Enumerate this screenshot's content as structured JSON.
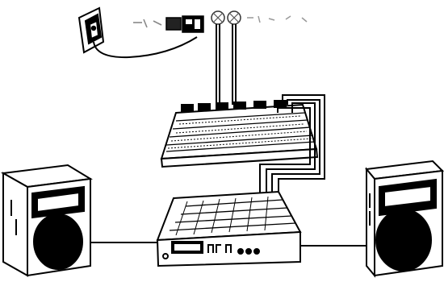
{
  "diagram": {
    "kind": "audio system connection diagram",
    "components": [
      {
        "id": "wall-outlet"
      },
      {
        "id": "power-strip"
      },
      {
        "id": "mixing-console"
      },
      {
        "id": "power-amplifier"
      },
      {
        "id": "left-speaker"
      },
      {
        "id": "right-speaker"
      }
    ],
    "connections": [
      {
        "from": "wall-outlet",
        "to": "power-strip"
      },
      {
        "from": "power-strip",
        "to": "mixing-console"
      },
      {
        "from": "mixing-console",
        "to": "power-amplifier"
      },
      {
        "from": "power-amplifier",
        "to": "left-speaker"
      },
      {
        "from": "power-amplifier",
        "to": "right-speaker"
      }
    ],
    "colors": {
      "line": "#000000",
      "background": "#ffffff"
    }
  }
}
